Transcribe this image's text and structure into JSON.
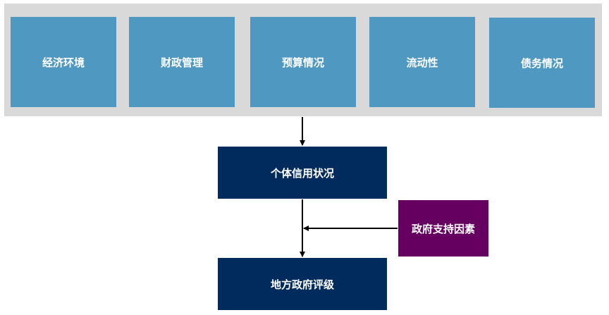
{
  "factors": [
    {
      "label": "经济环境"
    },
    {
      "label": "财政管理"
    },
    {
      "label": "预算情况"
    },
    {
      "label": "流动性"
    },
    {
      "label": "债务情况"
    }
  ],
  "individual_credit": {
    "label": "个体信用状况"
  },
  "government_support": {
    "label": "政府支持因素"
  },
  "local_rating": {
    "label": "地方政府评级"
  },
  "colors": {
    "factor_fill": "#4f98c2",
    "band_fill": "#d9d9d9",
    "navy": "#002b5c",
    "purple": "#650060"
  }
}
